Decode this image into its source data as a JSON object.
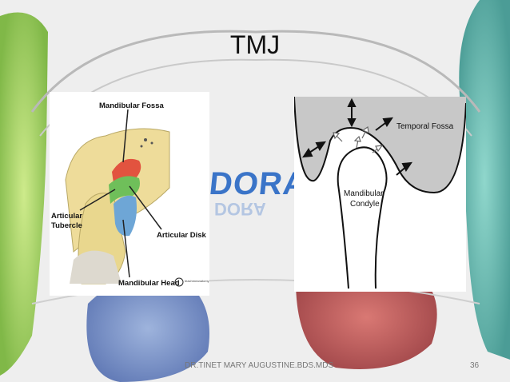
{
  "slide": {
    "title": "TMJ",
    "watermark": "DORA",
    "footer_author": "DR.TINET MARY AUGUSTINE.BDS.MDS",
    "page_number": "36"
  },
  "left_figure": {
    "label_fossa": "Mandibular Fossa",
    "label_tubercle_1": "Articular",
    "label_tubercle_2": "Tubercle",
    "label_disk": "Articular Disk",
    "label_head": "Mandibular Head",
    "logo_text": "teachmeanatomy"
  },
  "right_figure": {
    "label_fossa": "Temporal Fossa",
    "label_condyle_1": "Mandibular",
    "label_condyle_2": "Condyle"
  },
  "colors": {
    "accent_blue": "#3a74c8",
    "disk_green": "#6fbf5a",
    "fossa_red": "#e2533f",
    "head_blue": "#6ea6d6",
    "bone_yellow": "#eedc9a",
    "gray_fill": "#c8c8c8"
  }
}
